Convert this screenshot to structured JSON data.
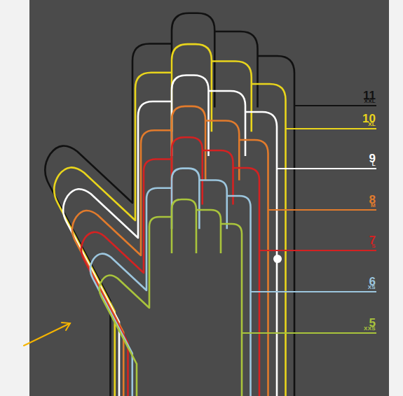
{
  "diagram": {
    "labels": [
      "11",
      "XXL",
      "10",
      "XL",
      "9",
      "L",
      "8",
      "M",
      "7",
      "S",
      "6",
      "XS",
      "5",
      "XXS"
    ]
  }
}
